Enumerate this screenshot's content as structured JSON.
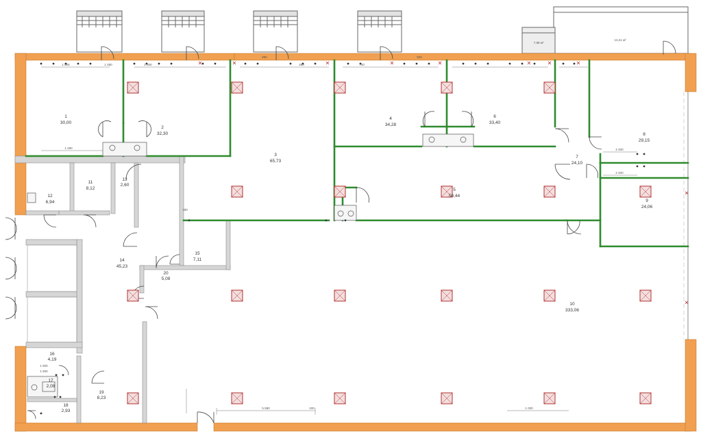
{
  "plan": {
    "rooms": [
      {
        "id": "room-1",
        "number": "1",
        "area": "30,00"
      },
      {
        "id": "room-2",
        "number": "2",
        "area": "32,30"
      },
      {
        "id": "room-3",
        "number": "3",
        "area": "65,73"
      },
      {
        "id": "room-4",
        "number": "4",
        "area": "34,28"
      },
      {
        "id": "room-5",
        "number": "5",
        "area": "50,44"
      },
      {
        "id": "room-6",
        "number": "6",
        "area": "33,40"
      },
      {
        "id": "room-7",
        "number": "7",
        "area": "24,10"
      },
      {
        "id": "room-8",
        "number": "8",
        "area": "29,15"
      },
      {
        "id": "room-9",
        "number": "9",
        "area": "24,06"
      },
      {
        "id": "room-10",
        "number": "10",
        "area": "333,06"
      },
      {
        "id": "room-11",
        "number": "11",
        "area": "8,12"
      },
      {
        "id": "room-12",
        "number": "12",
        "area": "6,94"
      },
      {
        "id": "room-13",
        "number": "13",
        "area": "2,60"
      },
      {
        "id": "room-14",
        "number": "14",
        "area": "45,23"
      },
      {
        "id": "room-15",
        "number": "15",
        "area": "7,11"
      },
      {
        "id": "room-16",
        "number": "16",
        "area": "4,19"
      },
      {
        "id": "room-17",
        "number": "17",
        "area": "2,08"
      },
      {
        "id": "room-18",
        "number": "18",
        "area": "2,93"
      },
      {
        "id": "room-19",
        "number": "19",
        "area": "8,23"
      },
      {
        "id": "room-20",
        "number": "20",
        "area": "5,08"
      }
    ],
    "porch_area": "7,98 м²",
    "terrace_area": "13,21 м²",
    "dimensions": {
      "d1": "1 505",
      "d2": "1 480",
      "d3": "1 500",
      "d4": "880",
      "d5": "480",
      "d6": "740",
      "d7": "1 480",
      "d8": "2 400",
      "d9": "2 400",
      "d10": "1 500",
      "d11": "1 500",
      "d12": "5 580",
      "d13": "1 000",
      "d14": "100",
      "d15": "925",
      "d16": "180"
    },
    "colors": {
      "outer_wall": "#f0a050",
      "partition": "#2e8b2e",
      "column": "#b03030",
      "column_fill": "#f3dede",
      "inner_wall": "#cfcfcf"
    }
  }
}
